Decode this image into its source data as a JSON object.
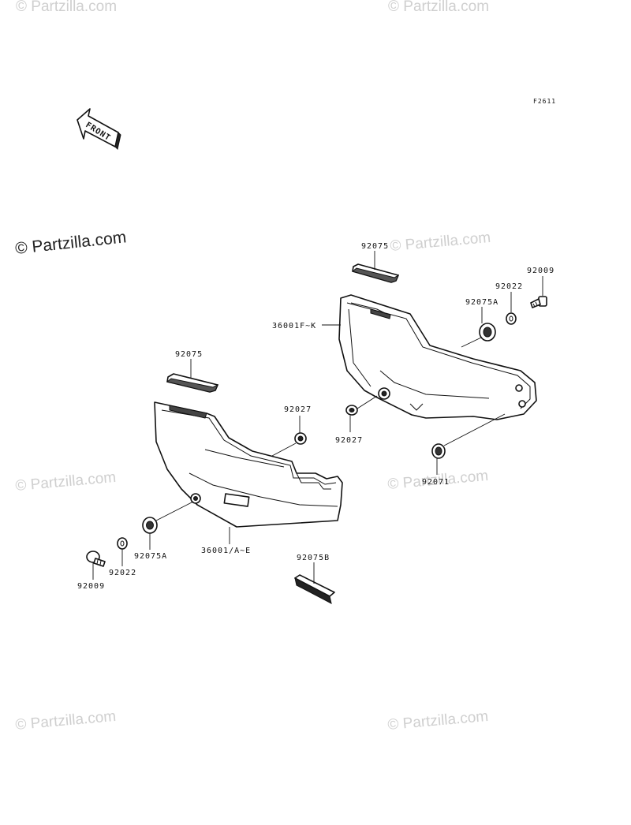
{
  "figure_code": "F2611",
  "front_arrow_text": "FRONT",
  "watermark_main": "© Partzilla.com",
  "watermark_faint": "© Partzilla.com",
  "labels": {
    "right_strip": "92075",
    "right_bolt": "92009",
    "right_washer": "92022",
    "right_grommet": "92075A",
    "right_cover": "36001F~K",
    "right_collar": "92027",
    "right_lower_grommet": "92071",
    "left_strip": "92075",
    "left_collar": "92027",
    "left_grommet": "92075A",
    "left_washer": "92022",
    "left_bolt": "92009",
    "left_cover": "36001/A~E",
    "pad": "92075B"
  }
}
